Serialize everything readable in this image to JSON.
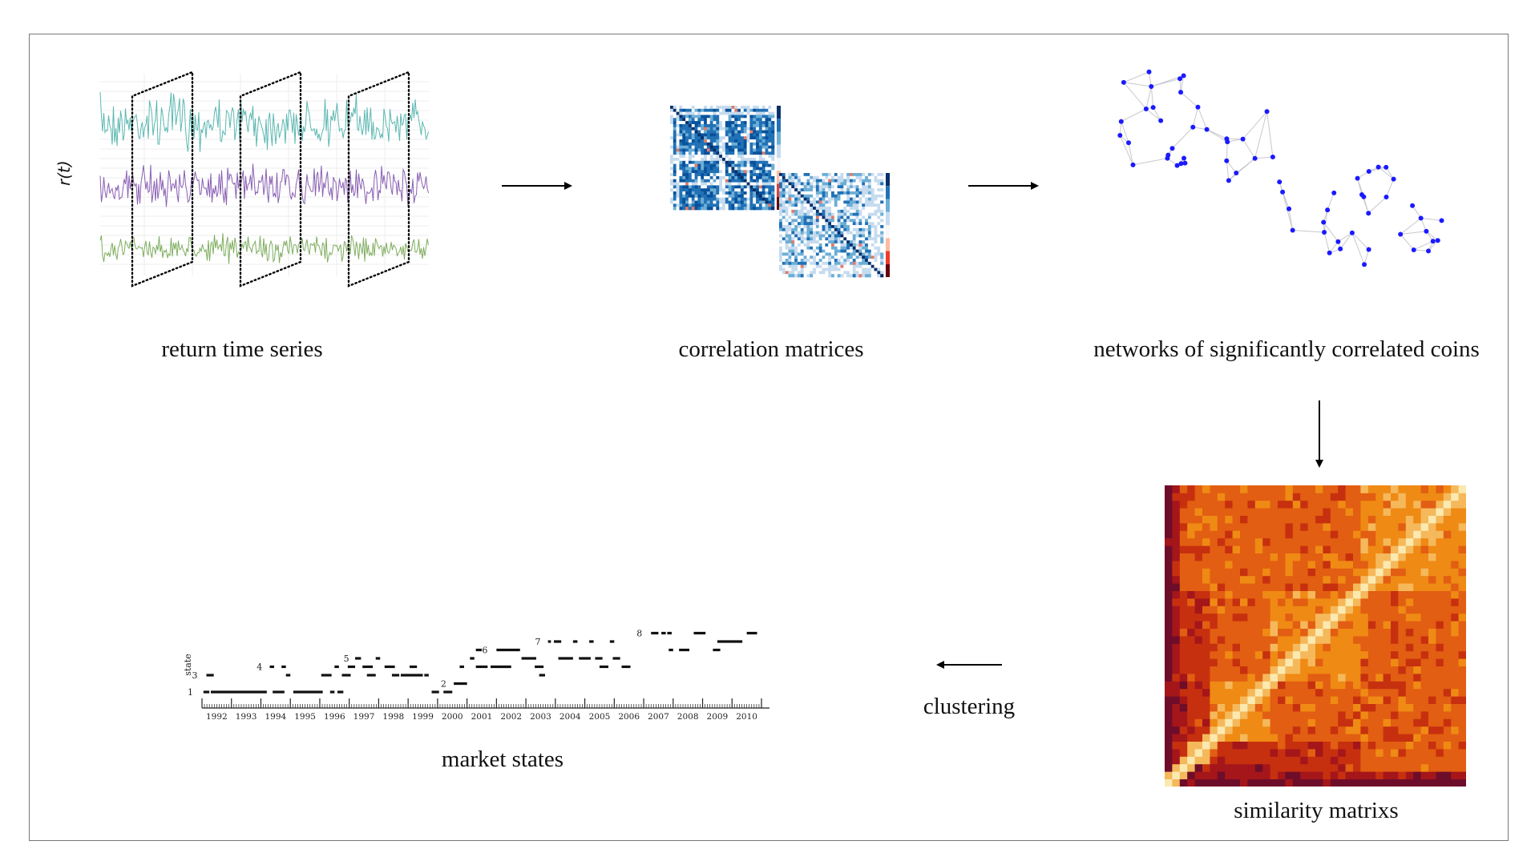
{
  "captions": {
    "returns": "return time series",
    "correlation": "correlation matrices",
    "networks": "networks of significantly correlated coins",
    "similarity": "similarity matrixs",
    "clustering": "clustering",
    "market_states": "market states"
  },
  "returns_panel": {
    "y_label": "r(t)",
    "series_colors": [
      "#5cb8b2",
      "#8a5fb3",
      "#7fae5f"
    ]
  },
  "networks_panel": {
    "node_color": "#1a1aff",
    "edge_color": "#c8c8d0"
  },
  "similarity_panel": {
    "palette": [
      "#6e0d2a",
      "#a4161a",
      "#c7300f",
      "#e25e12",
      "#ef8a14",
      "#f5b85a",
      "#fbe9b0"
    ]
  },
  "market_states_chart": {
    "y_axis_label": "state",
    "state_labels": [
      "1",
      "2",
      "3",
      "4",
      "5",
      "6",
      "7",
      "8"
    ],
    "years": [
      "1992",
      "1993",
      "1994",
      "1995",
      "1996",
      "1997",
      "1998",
      "1999",
      "2000",
      "2001",
      "2002",
      "2003",
      "2004",
      "2005",
      "2006",
      "2007",
      "2008",
      "2009",
      "2010"
    ]
  }
}
